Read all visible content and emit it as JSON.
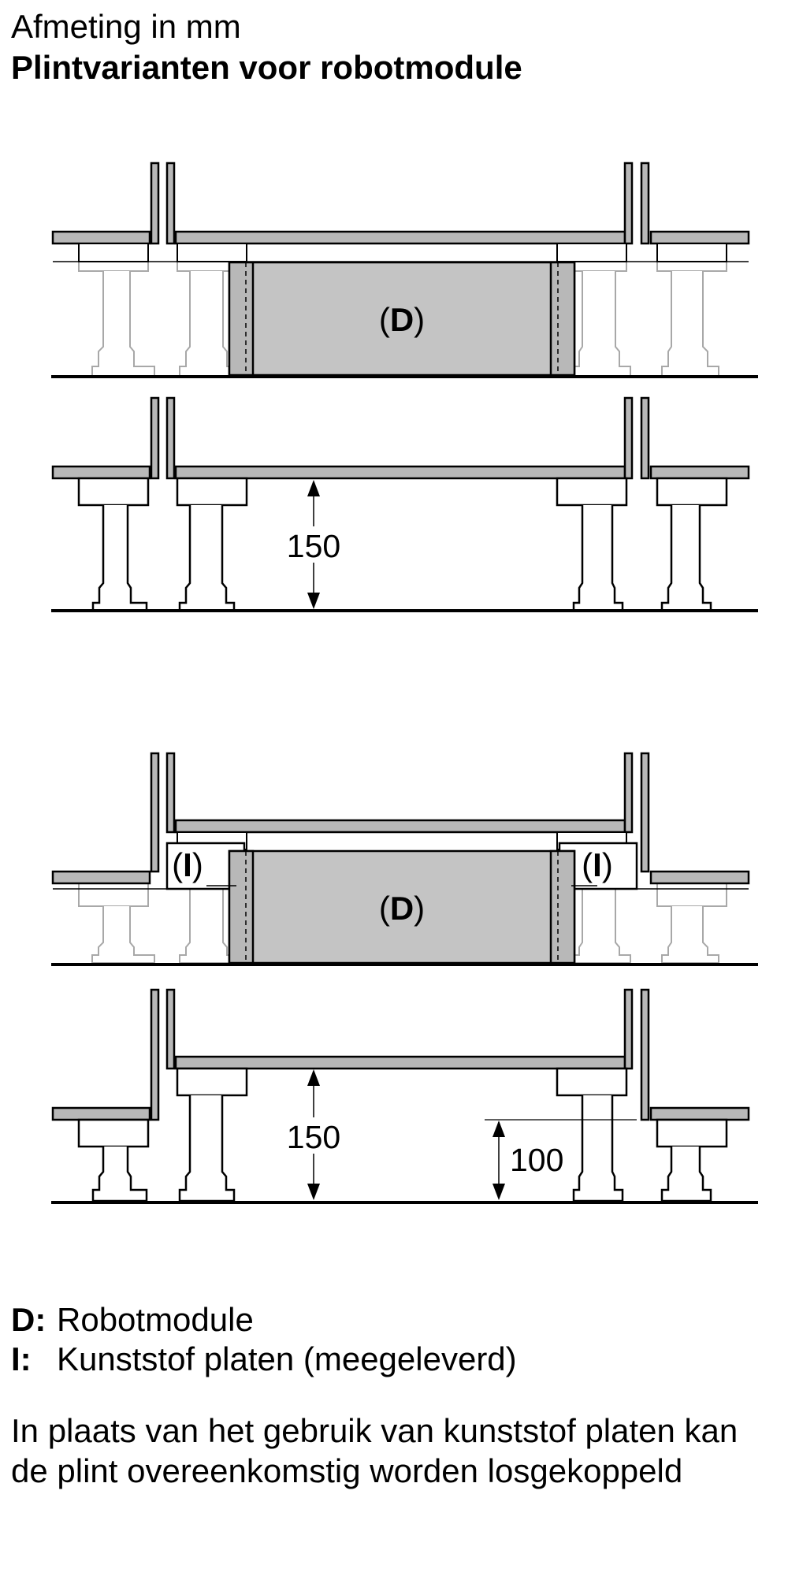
{
  "header": {
    "subtitle": "Afmeting in mm",
    "title": "Plintvarianten voor robotmodule"
  },
  "labels": {
    "module_key": "D",
    "plate_key": "I"
  },
  "dimensions": {
    "top_height": "150",
    "bottom_height": "150",
    "bottom_step": "100"
  },
  "legend": [
    {
      "key": "D:",
      "text": "Robotmodule"
    },
    {
      "key": "I:",
      "text": "Kunststof platen (meegeleverd)"
    }
  ],
  "note": "In plaats van het gebruik van kunststof platen kan de plint overeenkomstig worden losgekoppeld",
  "colors": {
    "panel_fill": "#b8b8b8",
    "line": "#000000",
    "ghost_line": "#a8a8a8"
  }
}
